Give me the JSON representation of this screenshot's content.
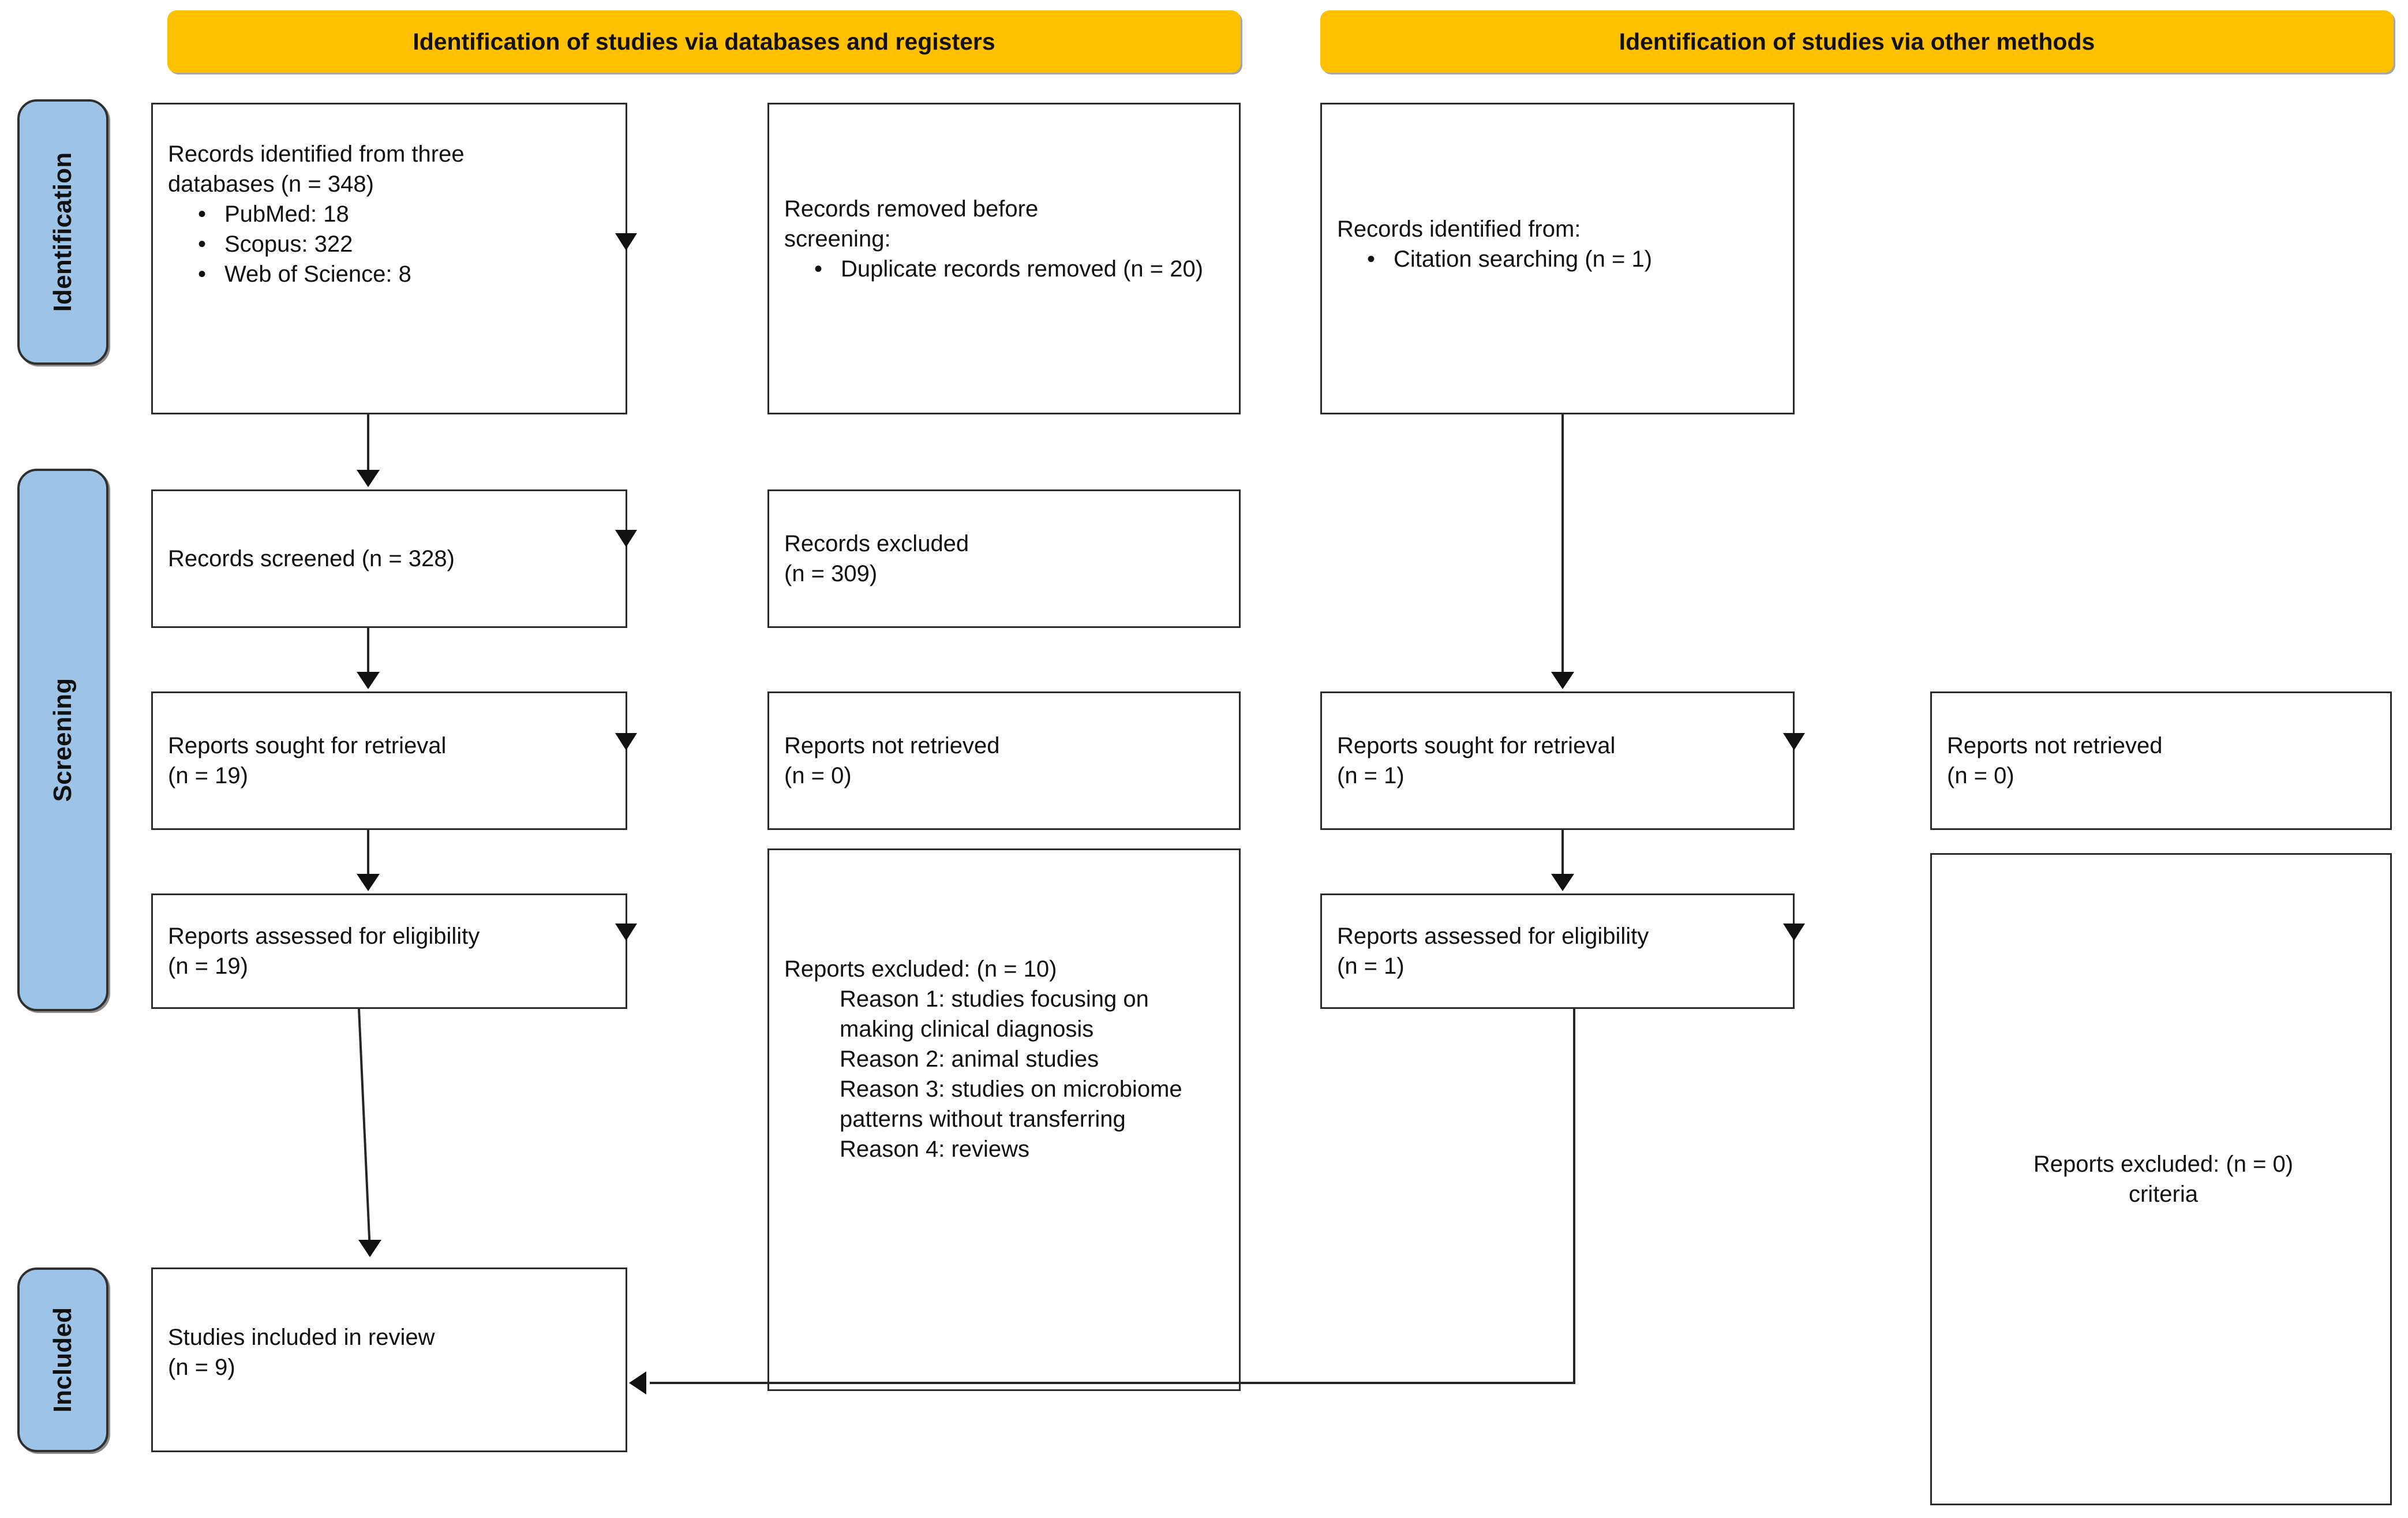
{
  "diagram": {
    "title": "PRISMA 2020 flow diagram",
    "colors": {
      "header_fill": "#FFC000",
      "stage_fill": "#9DC3E6",
      "box_border": "#2B2B2B",
      "connector": "#262626",
      "text": "#111111"
    }
  },
  "headers": {
    "databases": "Identification of studies via databases and registers",
    "other": "Identification of studies via other methods"
  },
  "stages": {
    "identification": "Identification",
    "screening": "Screening",
    "included": "Included"
  },
  "boxes": {
    "records_identified": {
      "line1": "Records identified from three",
      "line2": "databases (n = 348)",
      "bullets": [
        "PubMed: 18",
        "Scopus: 322",
        "Web of Science: 8"
      ]
    },
    "records_removed": {
      "line1_plain": "Records removed ",
      "line1_ital": "before",
      "line2_ital": "screening",
      "line2_tail": ":",
      "bullets": [
        "Duplicate records removed (n = 20)"
      ]
    },
    "records_identified_other": {
      "line1": "Records identified from:",
      "bullets": [
        "Citation searching (n = 1)"
      ]
    },
    "records_screened": {
      "line1": "Records screened (n = 328)"
    },
    "records_excluded": {
      "line1": "Records excluded",
      "line2": "(n = 309)"
    },
    "reports_sought_db": {
      "line1": "Reports sought for retrieval",
      "line2": "(n = 19)"
    },
    "reports_not_retrieved_db": {
      "line1": "Reports not retrieved",
      "line2": "(n = 0)"
    },
    "reports_assessed_db": {
      "line1": "Reports assessed for eligibility",
      "line2": "(n = 19)"
    },
    "reports_excluded_db": {
      "line1": "Reports excluded: (n = 10)",
      "reasons": [
        "Reason 1: studies focusing on making clinical diagnosis",
        "Reason 2: animal studies",
        "Reason 3: studies on microbiome patterns without transferring",
        "Reason 4: reviews"
      ]
    },
    "reports_sought_other": {
      "line1": "Reports sought for retrieval",
      "line2": "(n = 1)"
    },
    "reports_not_retrieved_other": {
      "line1": "Reports not retrieved",
      "line2": "(n = 0)"
    },
    "reports_assessed_other": {
      "line1": "Reports assessed for eligibility",
      "line2": "(n = 1)"
    },
    "reports_excluded_other": {
      "line1": "Reports excluded: (n = 0)",
      "line2": "criteria"
    },
    "studies_included": {
      "line1": "Studies included in review",
      "line2": "(n = 9)"
    }
  },
  "chart_data": {
    "type": "diagram",
    "diagram_type": "prisma-flow",
    "nodes": [
      {
        "id": "records_identified",
        "column": "databases",
        "stage": "identification",
        "n": 348,
        "sources": {
          "PubMed": 18,
          "Scopus": 322,
          "Web of Science": 8
        }
      },
      {
        "id": "records_removed",
        "column": "databases",
        "stage": "identification",
        "duplicates_removed": 20
      },
      {
        "id": "records_identified_other",
        "column": "other",
        "stage": "identification",
        "citation_searching": 1
      },
      {
        "id": "records_screened",
        "column": "databases",
        "stage": "screening",
        "n": 328
      },
      {
        "id": "records_excluded",
        "column": "databases",
        "stage": "screening",
        "n": 309
      },
      {
        "id": "reports_sought_db",
        "column": "databases",
        "stage": "screening",
        "n": 19
      },
      {
        "id": "reports_not_retrieved_db",
        "column": "databases",
        "stage": "screening",
        "n": 0
      },
      {
        "id": "reports_assessed_db",
        "column": "databases",
        "stage": "screening",
        "n": 19
      },
      {
        "id": "reports_excluded_db",
        "column": "databases",
        "stage": "screening",
        "n": 10
      },
      {
        "id": "reports_sought_other",
        "column": "other",
        "stage": "screening",
        "n": 1
      },
      {
        "id": "reports_not_retrieved_other",
        "column": "other",
        "stage": "screening",
        "n": 0
      },
      {
        "id": "reports_assessed_other",
        "column": "other",
        "stage": "screening",
        "n": 1
      },
      {
        "id": "reports_excluded_other",
        "column": "other",
        "stage": "screening",
        "n": 0
      },
      {
        "id": "studies_included",
        "column": "databases",
        "stage": "included",
        "n": 9
      }
    ],
    "edges": [
      {
        "from": "records_identified",
        "to": "records_removed",
        "type": "right"
      },
      {
        "from": "records_identified",
        "to": "records_screened",
        "type": "down"
      },
      {
        "from": "records_screened",
        "to": "records_excluded",
        "type": "right"
      },
      {
        "from": "records_screened",
        "to": "reports_sought_db",
        "type": "down"
      },
      {
        "from": "reports_sought_db",
        "to": "reports_not_retrieved_db",
        "type": "right"
      },
      {
        "from": "reports_sought_db",
        "to": "reports_assessed_db",
        "type": "down"
      },
      {
        "from": "reports_assessed_db",
        "to": "reports_excluded_db",
        "type": "right"
      },
      {
        "from": "reports_assessed_db",
        "to": "studies_included",
        "type": "down"
      },
      {
        "from": "records_identified_other",
        "to": "reports_sought_other",
        "type": "down"
      },
      {
        "from": "reports_sought_other",
        "to": "reports_not_retrieved_other",
        "type": "right"
      },
      {
        "from": "reports_sought_other",
        "to": "reports_assessed_other",
        "type": "down"
      },
      {
        "from": "reports_assessed_other",
        "to": "reports_excluded_other",
        "type": "right"
      },
      {
        "from": "reports_assessed_other",
        "to": "studies_included",
        "type": "elbow-left"
      }
    ]
  }
}
